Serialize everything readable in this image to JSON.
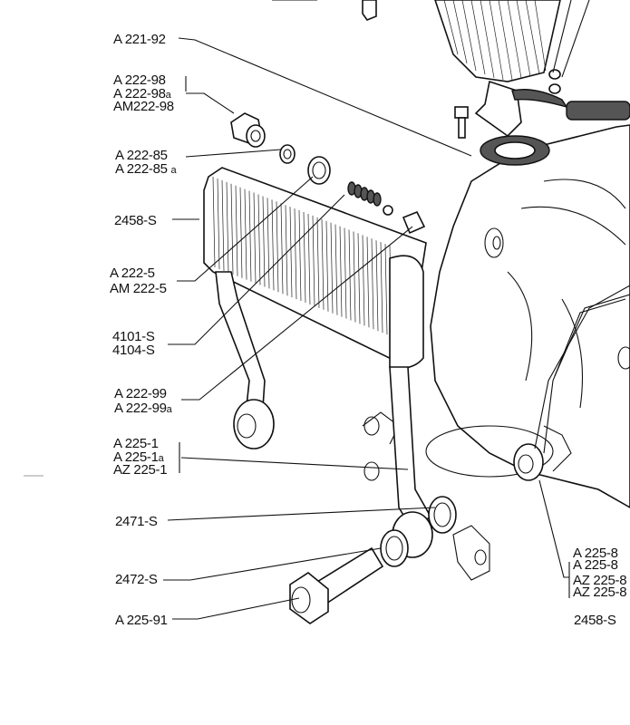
{
  "title": "Oil cooler exploded parts diagram",
  "labels": {
    "a221_92": "A 221-92",
    "a222_98": [
      "A   222-98",
      "A   222-98",
      "AM222-98"
    ],
    "a222_98_suffix": "a",
    "a222_85": [
      "A 222-85",
      "A 222-85"
    ],
    "a222_85_suffix": "a",
    "s2458_left": "2458-S",
    "a222_5": [
      "A   222-5",
      "AM 222-5"
    ],
    "s4101": [
      "4101-S",
      "4104-S"
    ],
    "a222_99": [
      "A 222-99",
      "A 222-99"
    ],
    "a222_99_suffix": "a",
    "a225_1": [
      "A   225-1",
      "A   225-1",
      "AZ  225-1"
    ],
    "a225_1_suffix": "a",
    "s2471": "2471-S",
    "s2472": "2472-S",
    "a225_91": "A 225-91",
    "a225_8": [
      "A   225-8",
      "A   225-8",
      "AZ  225-8",
      "AZ  225-8"
    ],
    "s2458_right": "2458-S"
  }
}
